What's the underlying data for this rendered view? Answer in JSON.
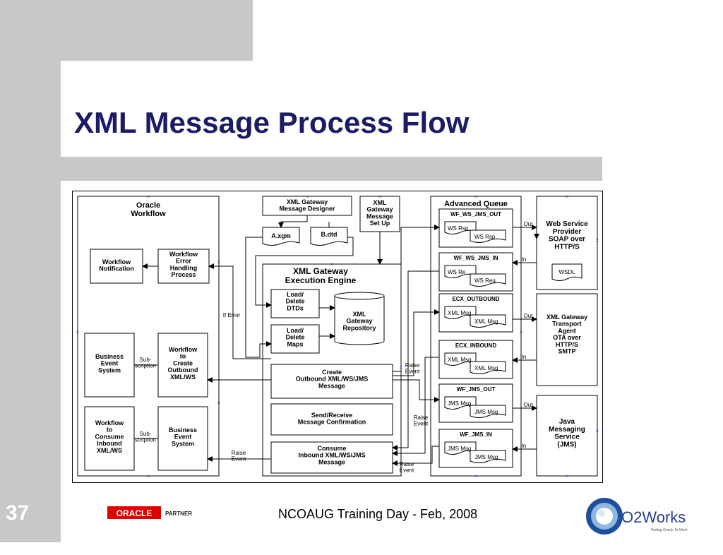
{
  "slide": {
    "title": "XML Message Process Flow",
    "number": "37",
    "footer": "NCOAUG Training Day - Feb, 2008"
  },
  "logos": {
    "oracle_text": "ORACLE",
    "partner_text": "PARTNER",
    "o2works_text": "O2Works",
    "o2works_tagline": "Putting Oracle To Work"
  },
  "diagram": {
    "oracle_workflow": [
      "Oracle",
      "Workflow"
    ],
    "workflow_notification": [
      "Workflow",
      "Notification"
    ],
    "workflow_error": [
      "Workflow",
      "Error",
      "Handling",
      "Process"
    ],
    "business_event_1": [
      "Business",
      "Event",
      "System"
    ],
    "workflow_create_outbound": [
      "Workflow",
      "to",
      "Create",
      "Outbound",
      "XML/WS"
    ],
    "workflow_consume_inbound": [
      "Workflow",
      "to",
      "Consume",
      "Inbound",
      "XML/WS"
    ],
    "business_event_2": [
      "Business",
      "Event",
      "System"
    ],
    "subscription_1": [
      "Sub-",
      "scription"
    ],
    "subscription_2": [
      "Sub-",
      "scription"
    ],
    "if_error": "If Error",
    "raise_event_left": [
      "Raise",
      "Event"
    ],
    "msg_designer": [
      "XML Gateway",
      "Message Designer"
    ],
    "msg_setup": [
      "XML",
      "Gateway",
      "Message",
      "Set Up"
    ],
    "a_xgm": "A.xgm",
    "b_dtd": "B.dtd",
    "engine_title": [
      "XML Gateway",
      "Execution Engine"
    ],
    "load_dtds": [
      "Load/",
      "Delete",
      "DTDs"
    ],
    "load_maps": [
      "Load/",
      "Delete",
      "Maps"
    ],
    "repository": [
      "XML",
      "Gateway",
      "Repository"
    ],
    "create_outbound": [
      "Create",
      "Outbound XML/WS/JMS",
      "Message"
    ],
    "send_receive": [
      "Send/Receive",
      "Message Confirmation"
    ],
    "consume_inbound": [
      "Consume",
      "Inbound XML/WS/JMS",
      "Message"
    ],
    "raise_event_1": [
      "Raise",
      "Event"
    ],
    "raise_event_2": [
      "Raise",
      "Event"
    ],
    "raise_event_3": [
      "Raise",
      "Event"
    ],
    "advanced_queue": "Advanced Queue",
    "queues": [
      {
        "name": "WF_WS_JMS_OUT",
        "msg1": "WS Rsp",
        "msg2": "WS Rsp"
      },
      {
        "name": "WF_WS_JMS_IN",
        "msg1": "WS Re",
        "msg2": "WS Req"
      },
      {
        "name": "ECX_OUTBOUND",
        "msg1": "XML Msg",
        "msg2": "XML Msg"
      },
      {
        "name": "ECX_INBOUND",
        "msg1": "XML Msg",
        "msg2": "XML Msg"
      },
      {
        "name": "WF_JMS_OUT",
        "msg1": "JMS Msg",
        "msg2": "JMS Msg"
      },
      {
        "name": "WF_JMS_IN",
        "msg1": "JMS Msg",
        "msg2": "JMS Msg"
      }
    ],
    "arrow_out": "Out",
    "arrow_in": "In",
    "web_service": [
      "Web Service",
      "Provider",
      "",
      "SOAP over",
      "HTTP/S"
    ],
    "wsdl": "WSDL",
    "transport_agent": [
      "XML Gateway",
      "Transport",
      "Agent",
      "",
      "OTA over",
      "HTTP/S",
      "",
      "SMTP"
    ],
    "jms": [
      "Java",
      "Messaging",
      "Service",
      "(JMS)"
    ]
  }
}
